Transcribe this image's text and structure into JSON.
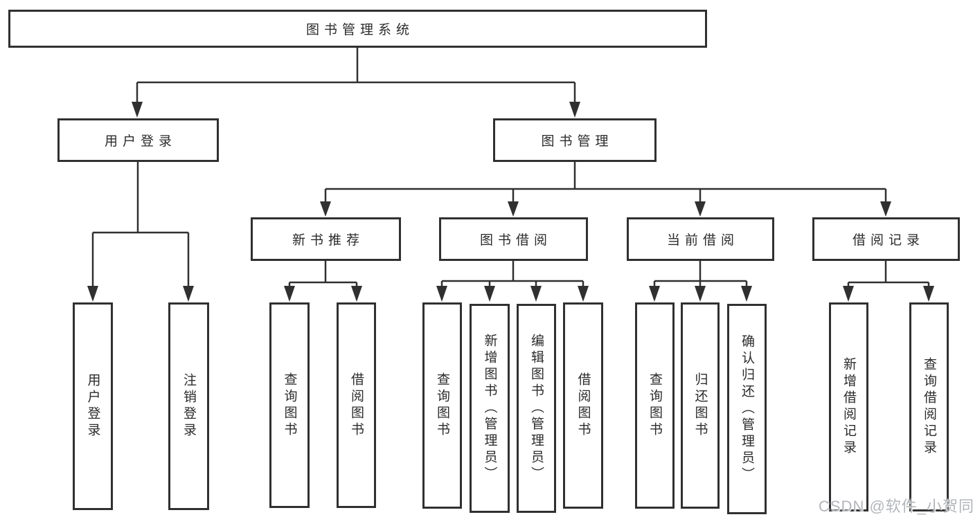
{
  "diagram": {
    "root": {
      "label": "图书管理系统"
    },
    "branches": [
      {
        "label": "用户登录",
        "children": [
          {
            "label": "用户登录"
          },
          {
            "label": "注销登录"
          }
        ]
      },
      {
        "label": "图书管理",
        "children": [
          {
            "label": "新书推荐",
            "children": [
              {
                "label": "查询图书"
              },
              {
                "label": "借阅图书"
              }
            ]
          },
          {
            "label": "图书借阅",
            "children": [
              {
                "label": "查询图书"
              },
              {
                "label": "新增图书（管理员）"
              },
              {
                "label": "编辑图书（管理员）"
              },
              {
                "label": "借阅图书"
              }
            ]
          },
          {
            "label": "当前借阅",
            "children": [
              {
                "label": "查询图书"
              },
              {
                "label": "归还图书"
              },
              {
                "label": "确认归还（管理员）"
              }
            ]
          },
          {
            "label": "借阅记录",
            "children": [
              {
                "label": "新增借阅记录"
              },
              {
                "label": "查询借阅记录"
              }
            ]
          }
        ]
      }
    ]
  },
  "watermark": {
    "text": "CSDN @软件_小贺同学"
  },
  "colors": {
    "line": "#303030",
    "box_border": "#303030",
    "text": "#2b2b2b",
    "watermark": "#b2b5ba",
    "background": "#ffffff"
  }
}
